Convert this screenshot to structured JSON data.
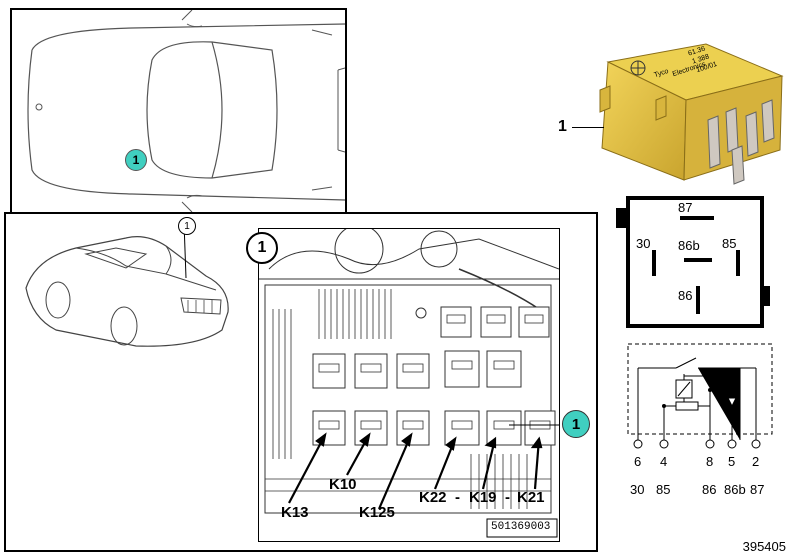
{
  "callouts": {
    "car_top": "1",
    "car_3d": "1",
    "fusebox": "1",
    "fusebox_zoom": "1",
    "relay": "1"
  },
  "relay_inline_text": {
    "line1": "61.36",
    "line2": "1 388",
    "line3": "100/01",
    "brand1": "Tyco",
    "brand2": "Electronics"
  },
  "relay_pin_diagram": {
    "top": "87",
    "left": "30",
    "center": "86b",
    "right": "85",
    "bottom": "86"
  },
  "fusebox_labels": {
    "k13": "K13",
    "k10": "K10",
    "k125": "K125",
    "k22": "K22",
    "k19": "K19",
    "k21": "K21",
    "sep1": "-",
    "sep2": "-",
    "partcode": "501369003"
  },
  "schematic": {
    "pin_numbers": [
      "6",
      "4",
      "8",
      "5",
      "2"
    ],
    "terminal_labels": [
      "30",
      "85",
      "86",
      "86b",
      "87"
    ]
  },
  "doc_number": "395405",
  "colors": {
    "callout_fill": "#40cfc0",
    "relay_body": "#e6c23a",
    "relay_body_dark": "#b8962a"
  }
}
